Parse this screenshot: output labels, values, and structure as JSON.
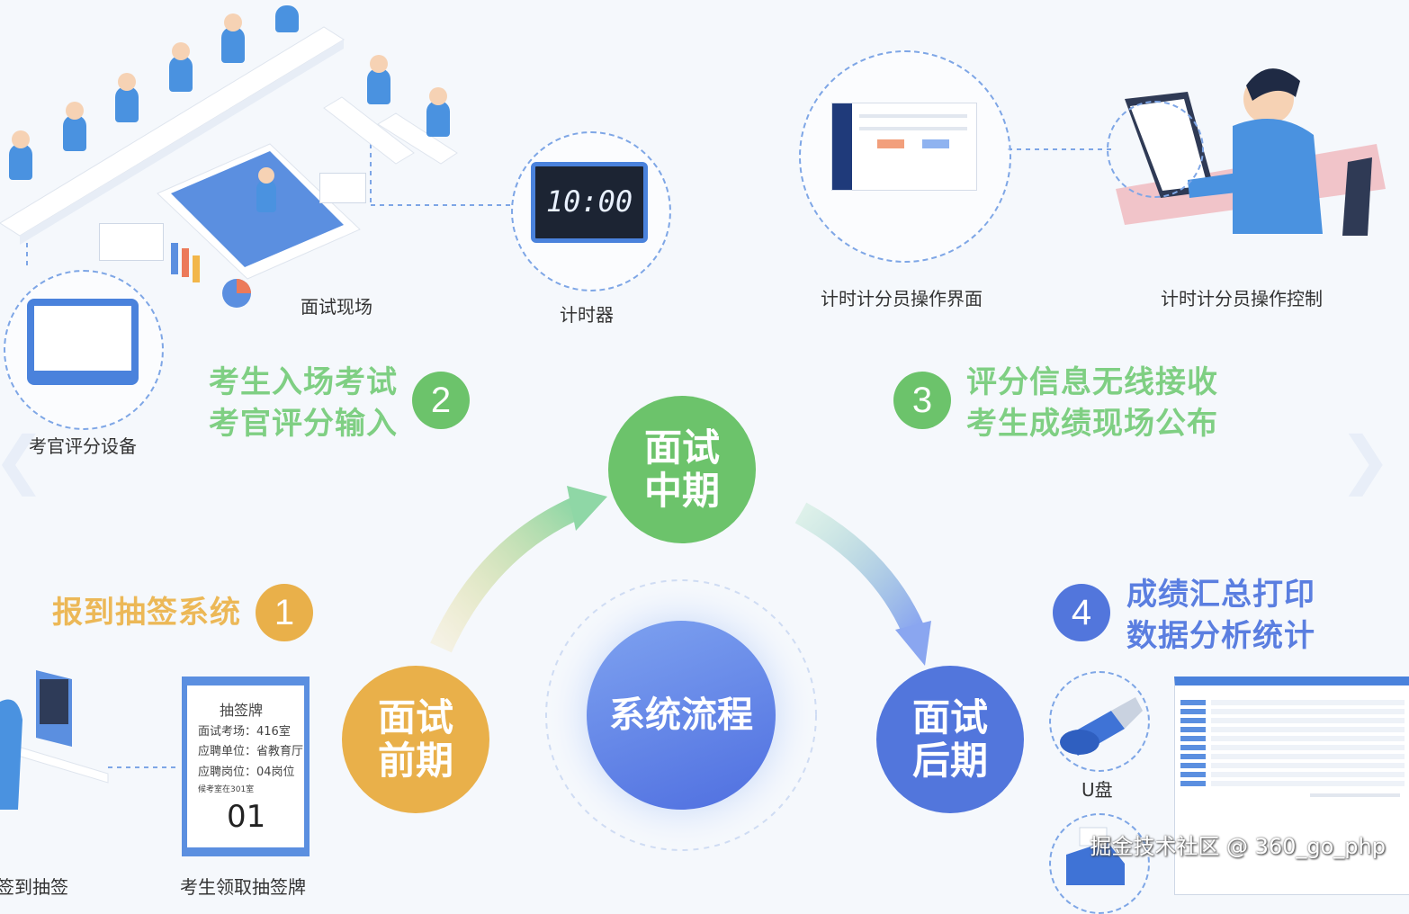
{
  "center": {
    "label": "系统流程"
  },
  "phases": {
    "early": {
      "line1": "面试",
      "line2": "前期",
      "color": "#e9b04a"
    },
    "mid": {
      "line1": "面试",
      "line2": "中期",
      "color": "#6cc36b"
    },
    "late": {
      "line1": "面试",
      "line2": "后期",
      "color": "#5276dc"
    }
  },
  "steps": {
    "s1": {
      "num": "1",
      "line1": "报到抽签系统",
      "color": "#e9b04a"
    },
    "s2": {
      "num": "2",
      "line1": "考生入场考试",
      "line2": "考官评分输入",
      "color": "#6cc36b"
    },
    "s3": {
      "num": "3",
      "line1": "评分信息无线接收",
      "line2": "考生成绩现场公布",
      "color": "#6cc36b"
    },
    "s4": {
      "num": "4",
      "line1": "成绩汇总打印",
      "line2": "数据分析统计",
      "color": "#5276dc"
    }
  },
  "labels": {
    "interview_site": "面试现场",
    "timer": "计时器",
    "scorer_ui": "计时计分员操作界面",
    "scorer_control": "计时计分员操作控制",
    "examiner_device": "考官评分设备",
    "usb": "U盘",
    "checkin_draw": "签到抽签",
    "candidate_ticket": "考生领取抽签牌"
  },
  "timer_display": "10:00",
  "ticket": {
    "title": "抽签牌",
    "room": "面试考场：416室",
    "unit": "应聘单位：省教育厅",
    "post": "应聘岗位：04岗位",
    "note": "候考室在301室",
    "number": "01"
  },
  "watermark": "掘金技术社区 @ 360_go_php"
}
